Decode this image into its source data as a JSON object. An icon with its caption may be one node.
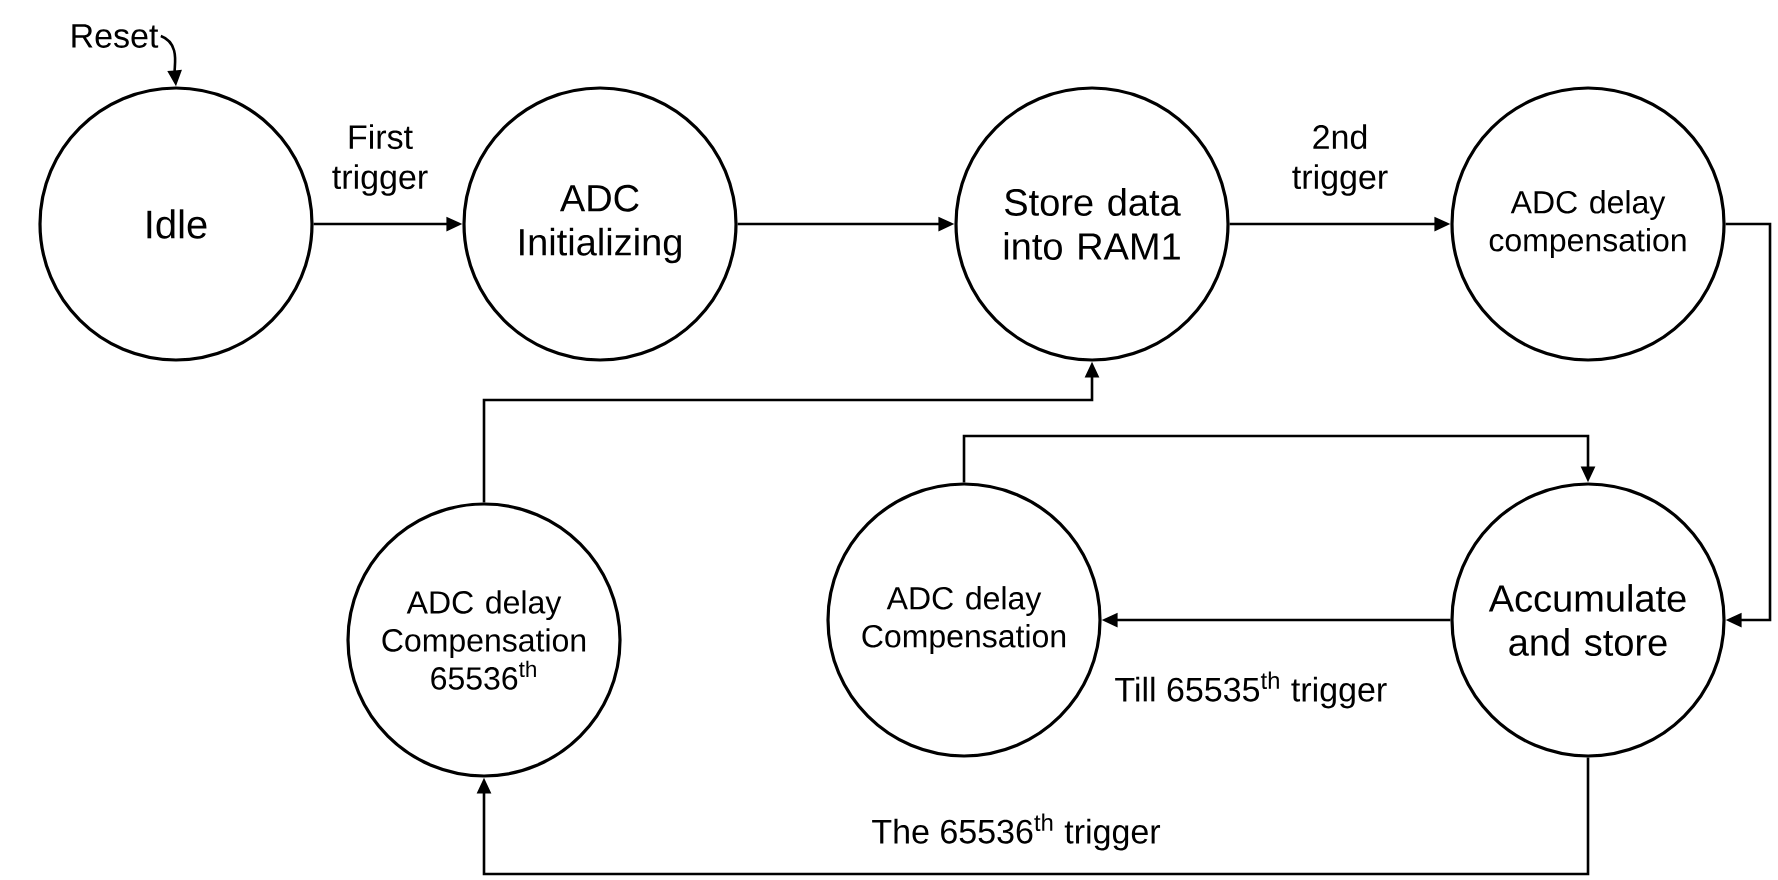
{
  "diagram": {
    "nodes": [
      {
        "text": [
          "Reset"
        ]
      },
      {
        "text": [
          "Idle"
        ]
      },
      {
        "text": [
          "ADC Initializing"
        ]
      },
      {
        "text": [
          "Store data into RAM1"
        ]
      },
      {
        "text": [
          "ADC delay compensation"
        ]
      },
      {
        "text": [
          "ADC delay Compensation 65536$^{th}$"
        ]
      },
      {
        "text": [
          "ADC delay Compensation"
        ]
      },
      {
        "text": [
          "Accumulate and store"
        ]
      }
    ],
    "edges": [
      {
        "from": 0,
        "to": 1,
        "arrow": "to"
      },
      {
        "from": 1,
        "to": 2,
        "arrow": "to",
        "label": "First trigger"
      },
      {
        "from": 2,
        "to": 3,
        "arrow": "to"
      },
      {
        "from": 3,
        "to": 4,
        "arrow": "to",
        "label": "2nd trigger"
      },
      {
        "from": 4,
        "to": 7,
        "arrow": "to"
      },
      {
        "from": 7,
        "to": 6,
        "arrow": "to",
        "label": "Till 65535$^{th}$ trigger"
      },
      {
        "from": 6,
        "to": 7,
        "arrow": "to"
      },
      {
        "from": 7,
        "to": 5,
        "arrow": "to",
        "label": "The 65536$^{th}$ trigger"
      },
      {
        "from": 5,
        "to": 3,
        "arrow": "to"
      }
    ]
  }
}
